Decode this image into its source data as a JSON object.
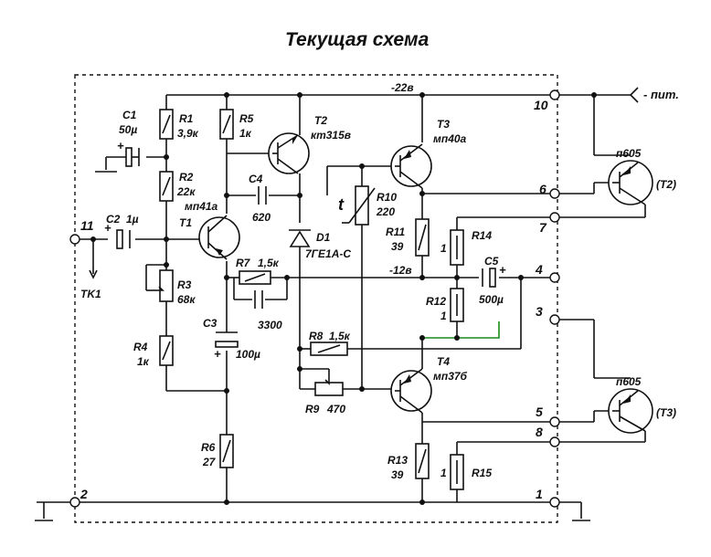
{
  "title": "Текущая схема",
  "components": {
    "C1": {
      "name": "C1",
      "value": "50µ"
    },
    "C2": {
      "name": "C2",
      "value": "1µ"
    },
    "C3": {
      "name": "C3",
      "value": "100µ"
    },
    "C4": {
      "name": "C4",
      "value": "620"
    },
    "C5": {
      "name": "C5",
      "value": "500µ"
    },
    "C_unnamed": {
      "value": "3300"
    },
    "R1": {
      "name": "R1",
      "value": "3,9к"
    },
    "R2": {
      "name": "R2",
      "value": "22к"
    },
    "R3": {
      "name": "R3",
      "value": "68к"
    },
    "R4": {
      "name": "R4",
      "value": "1к"
    },
    "R5": {
      "name": "R5",
      "value": "1к"
    },
    "R6": {
      "name": "R6",
      "value": "27"
    },
    "R7": {
      "name": "R7",
      "value": "1,5к"
    },
    "R8": {
      "name": "R8",
      "value": "1,5к"
    },
    "R9": {
      "name": "R9",
      "value": "470"
    },
    "R10": {
      "name": "R10",
      "value": "220"
    },
    "R11": {
      "name": "R11",
      "value": "39"
    },
    "R12": {
      "name": "R12",
      "value": "1"
    },
    "R13": {
      "name": "R13",
      "value": "39"
    },
    "R14": {
      "name": "R14",
      "value": "1"
    },
    "R15": {
      "name": "R15",
      "value": "1"
    },
    "T1": {
      "name": "T1",
      "type": "мп41а"
    },
    "T2": {
      "name": "T2",
      "type": "кт315в"
    },
    "T3": {
      "name": "T3",
      "type": "мп40а"
    },
    "T4": {
      "name": "T4",
      "type": "мп37б"
    },
    "D1": {
      "name": "D1",
      "type": "7ГЕ1А-С"
    },
    "TK1": {
      "name": "TK1"
    },
    "ext_upper": {
      "type": "п605",
      "ref": "(T2)"
    },
    "ext_lower": {
      "type": "п605",
      "ref": "(T3)"
    }
  },
  "labels": {
    "v22": "-22в",
    "v12": "-12в",
    "supply": "- пит.",
    "t_sym": "t"
  },
  "terminals": [
    "10",
    "6",
    "7",
    "4",
    "3",
    "5",
    "8",
    "1",
    "11",
    "2"
  ],
  "colors": {
    "wire": "#111111",
    "highlight": "#1a8a1a"
  }
}
